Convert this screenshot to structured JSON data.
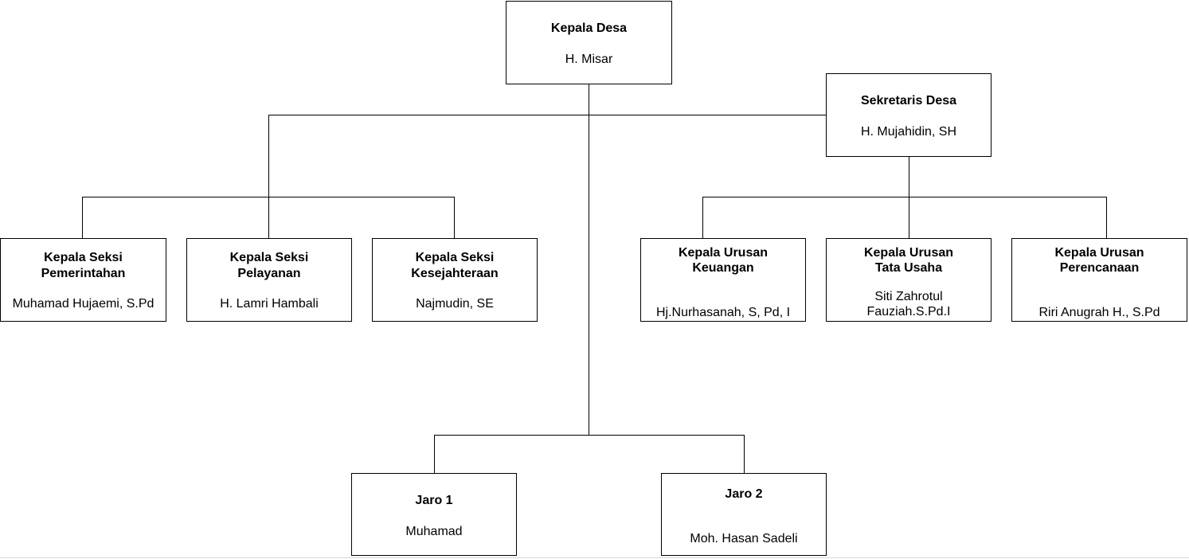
{
  "org_chart": {
    "kepala_desa": {
      "title": "Kepala Desa",
      "name": "H. Misar"
    },
    "sekretaris_desa": {
      "title": "Sekretaris Desa",
      "name": "H. Mujahidin, SH"
    },
    "seksi": [
      {
        "title": "Kepala Seksi\nPemerintahan",
        "name": "Muhamad Hujaemi, S.Pd"
      },
      {
        "title": "Kepala Seksi\nPelayanan",
        "name": "H. Lamri Hambali"
      },
      {
        "title": "Kepala Seksi\nKesejahteraan",
        "name": "Najmudin, SE"
      }
    ],
    "urusan": [
      {
        "title": "Kepala Urusan\nKeuangan",
        "name": "Hj.Nurhasanah, S, Pd, I"
      },
      {
        "title": "Kepala Urusan\nTata Usaha",
        "name": "Siti Zahrotul\nFauziah.S.Pd.I"
      },
      {
        "title": "Kepala Urusan\nPerencanaan",
        "name": "Riri Anugrah H., S.Pd"
      }
    ],
    "jaro": [
      {
        "title": "Jaro 1",
        "name": "Muhamad"
      },
      {
        "title": "Jaro 2",
        "name": "Moh. Hasan Sadeli"
      }
    ]
  }
}
